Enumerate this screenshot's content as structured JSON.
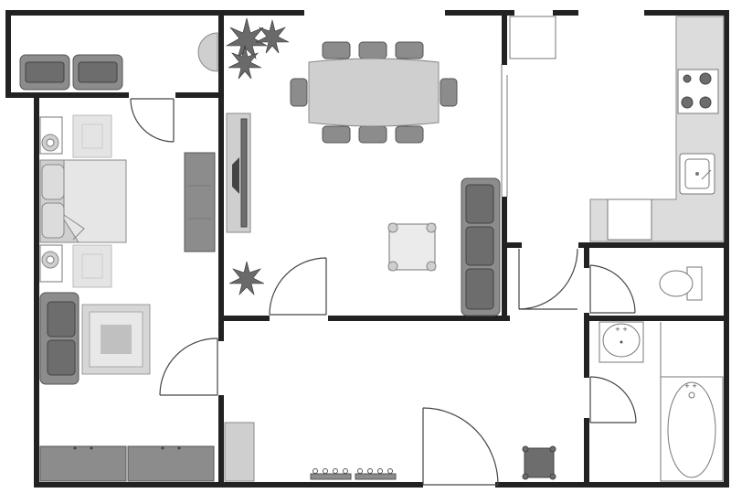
{
  "plan": {
    "rooms": [
      "porch",
      "bedroom",
      "living-dining",
      "kitchen",
      "toilet",
      "bathroom",
      "hallway"
    ],
    "colors": {
      "wall": "#222222",
      "furniture": "#8c8c8c",
      "light_furniture": "#cfcfcf",
      "background": "#ffffff"
    }
  }
}
